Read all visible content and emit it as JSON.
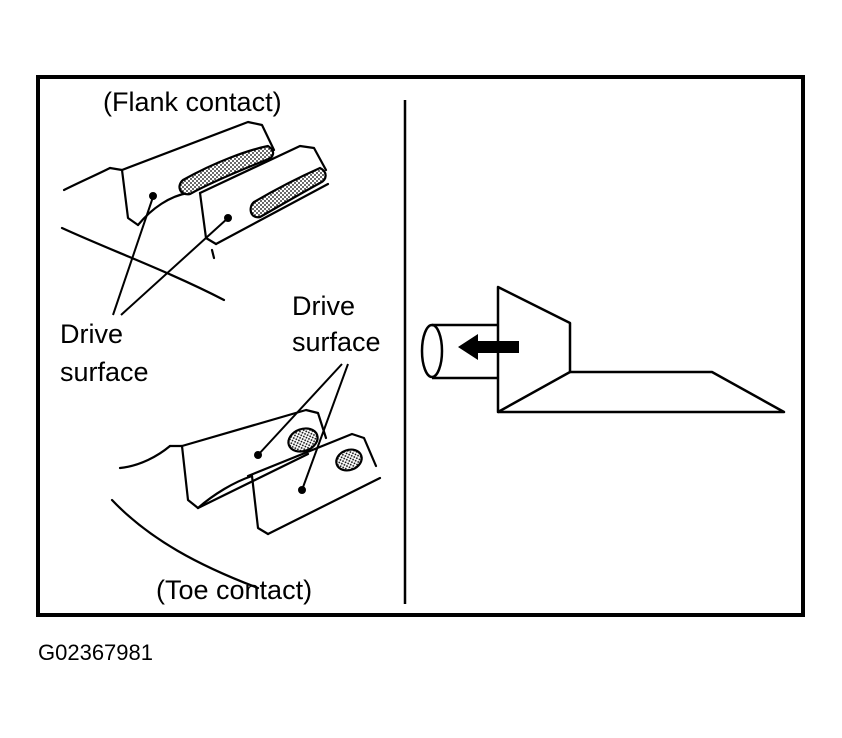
{
  "labels": {
    "flank_contact": "(Flank contact)",
    "toe_contact": "(Toe contact)",
    "drive_surface_left_1": "Drive",
    "drive_surface_left_2": "surface",
    "drive_surface_right_1": "Drive",
    "drive_surface_right_2": "surface"
  },
  "figure_id": "G02367981"
}
